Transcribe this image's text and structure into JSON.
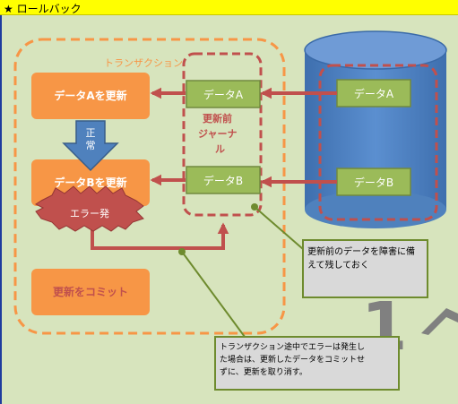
{
  "title": "★ ロールバック",
  "transaction_label": "トランザクション",
  "update_a": "データAを更新",
  "update_b": "データBを更新",
  "normal_label": "正常",
  "error_label": "エラー発",
  "commit": "更新をコミット",
  "journal_label_1": "更新前",
  "journal_label_2": "ジャーナ",
  "journal_label_3": "ル",
  "journal_data_a": "データA",
  "journal_data_b": "データB",
  "db_data_a": "データA",
  "db_data_b": "データB",
  "callout_journal_1": "更新前のデータを障害に備",
  "callout_journal_2": "えて残しておく",
  "callout_rollback_1": "トランザクション途中でエラーは発生し",
  "callout_rollback_2": "た場合は、更新したデータをコミットせ",
  "callout_rollback_3": "ずに、更新を取り消す。",
  "page_number": "1",
  "colors": {
    "background": "#d7e4bd",
    "title_bar": "#ffff00",
    "orange_box": "#f79646",
    "green_box": "#9bbb59",
    "database": "#4f81bd",
    "arrow_red": "#c0504d",
    "callout_bg": "#d9d9d9",
    "callout_line": "#6e8b2e"
  }
}
